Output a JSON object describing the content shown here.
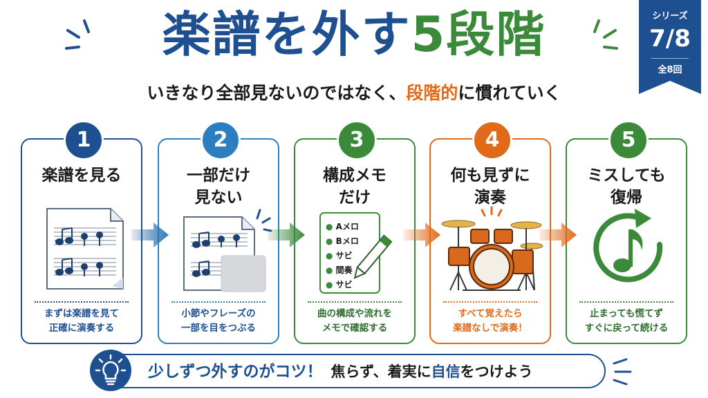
{
  "header": {
    "title_part1": "楽譜を外す",
    "title_part2": "5段階",
    "subtitle_pre": "いきなり全部見ないのではなく、",
    "subtitle_highlight": "段階的",
    "subtitle_post": "に慣れていく"
  },
  "badge": {
    "series_label": "シリーズ",
    "episode": "7/8",
    "total": "全8回"
  },
  "colors": {
    "blue_dark": "#1d4f91",
    "blue_light": "#2b7fc0",
    "green": "#3a8a3a",
    "orange": "#e06a1a"
  },
  "steps": [
    {
      "number": "1",
      "title": "楽譜を見る",
      "description": "まずは楽譜を見て\n正確に演奏する",
      "icon": "sheet-music-icon"
    },
    {
      "number": "2",
      "title": "一部だけ\n見ない",
      "description": "小節やフレーズの\n一部を目をつぶる",
      "icon": "partially-covered-sheet-icon"
    },
    {
      "number": "3",
      "title": "構成メモ\nだけ",
      "description": "曲の構成や流れを\nメモで確認する",
      "icon": "memo-checklist-icon",
      "memo_items": [
        "Aメロ",
        "Bメロ",
        "サビ",
        "間奏",
        "サビ"
      ]
    },
    {
      "number": "4",
      "title": "何も見ずに\n演奏",
      "description": "すべて覚えたら\n楽譜なしで演奏！",
      "icon": "drum-kit-icon"
    },
    {
      "number": "5",
      "title": "ミスしても\n復帰",
      "description": "止まっても慌てず\nすぐに戻って続ける",
      "icon": "music-note-restart-icon"
    }
  ],
  "tip": {
    "lead": "少しずつ外すのがコツ！",
    "rest_pre": "焦らず、着実に",
    "rest_highlight": "自信",
    "rest_post": "をつけよう",
    "icon": "lightbulb-icon"
  }
}
